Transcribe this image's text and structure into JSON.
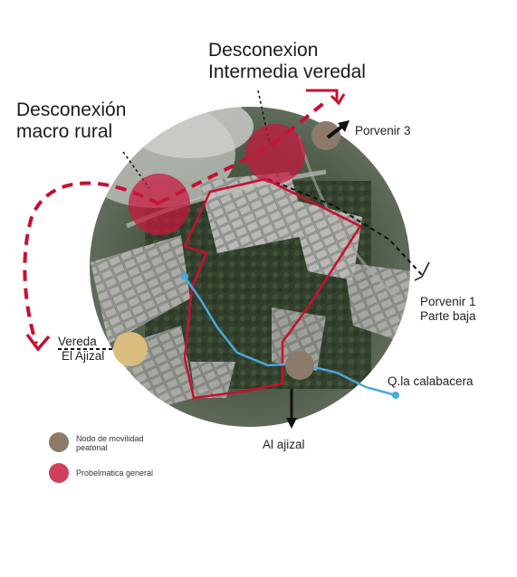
{
  "labels": {
    "intermedia_line1": "Desconexion",
    "intermedia_line2": "Intermedia veredal",
    "macro_line1": "Desconexión",
    "macro_line2": "macro rural",
    "porvenir3": "Porvenir 3",
    "porvenir1_line1": "Porvenir 1",
    "porvenir1_line2": "Parte baja",
    "vereda_line1": "Vereda",
    "vereda_line2": "El Ajizal",
    "quebrada": "Q.la calabacera",
    "al_ajizal": "Al ajizal"
  },
  "legend": [
    {
      "name": "nodo",
      "line1": "Nodo de movilidad",
      "line2": "peatonal",
      "color": "#8c7b6a"
    },
    {
      "name": "problematica",
      "line1": "Probelmatica general",
      "line2": "",
      "color": "#d0405e"
    }
  ],
  "colors": {
    "problem_zone": "#c8173e",
    "boundary": "#c8102e",
    "stream": "#4aa8de",
    "node": "#8c7b6a",
    "node_yellow": "#d9bc7e"
  },
  "icons": {
    "arrow": "black-arrow-icon",
    "dashed_path": "red-dashed-arrow-icon"
  }
}
